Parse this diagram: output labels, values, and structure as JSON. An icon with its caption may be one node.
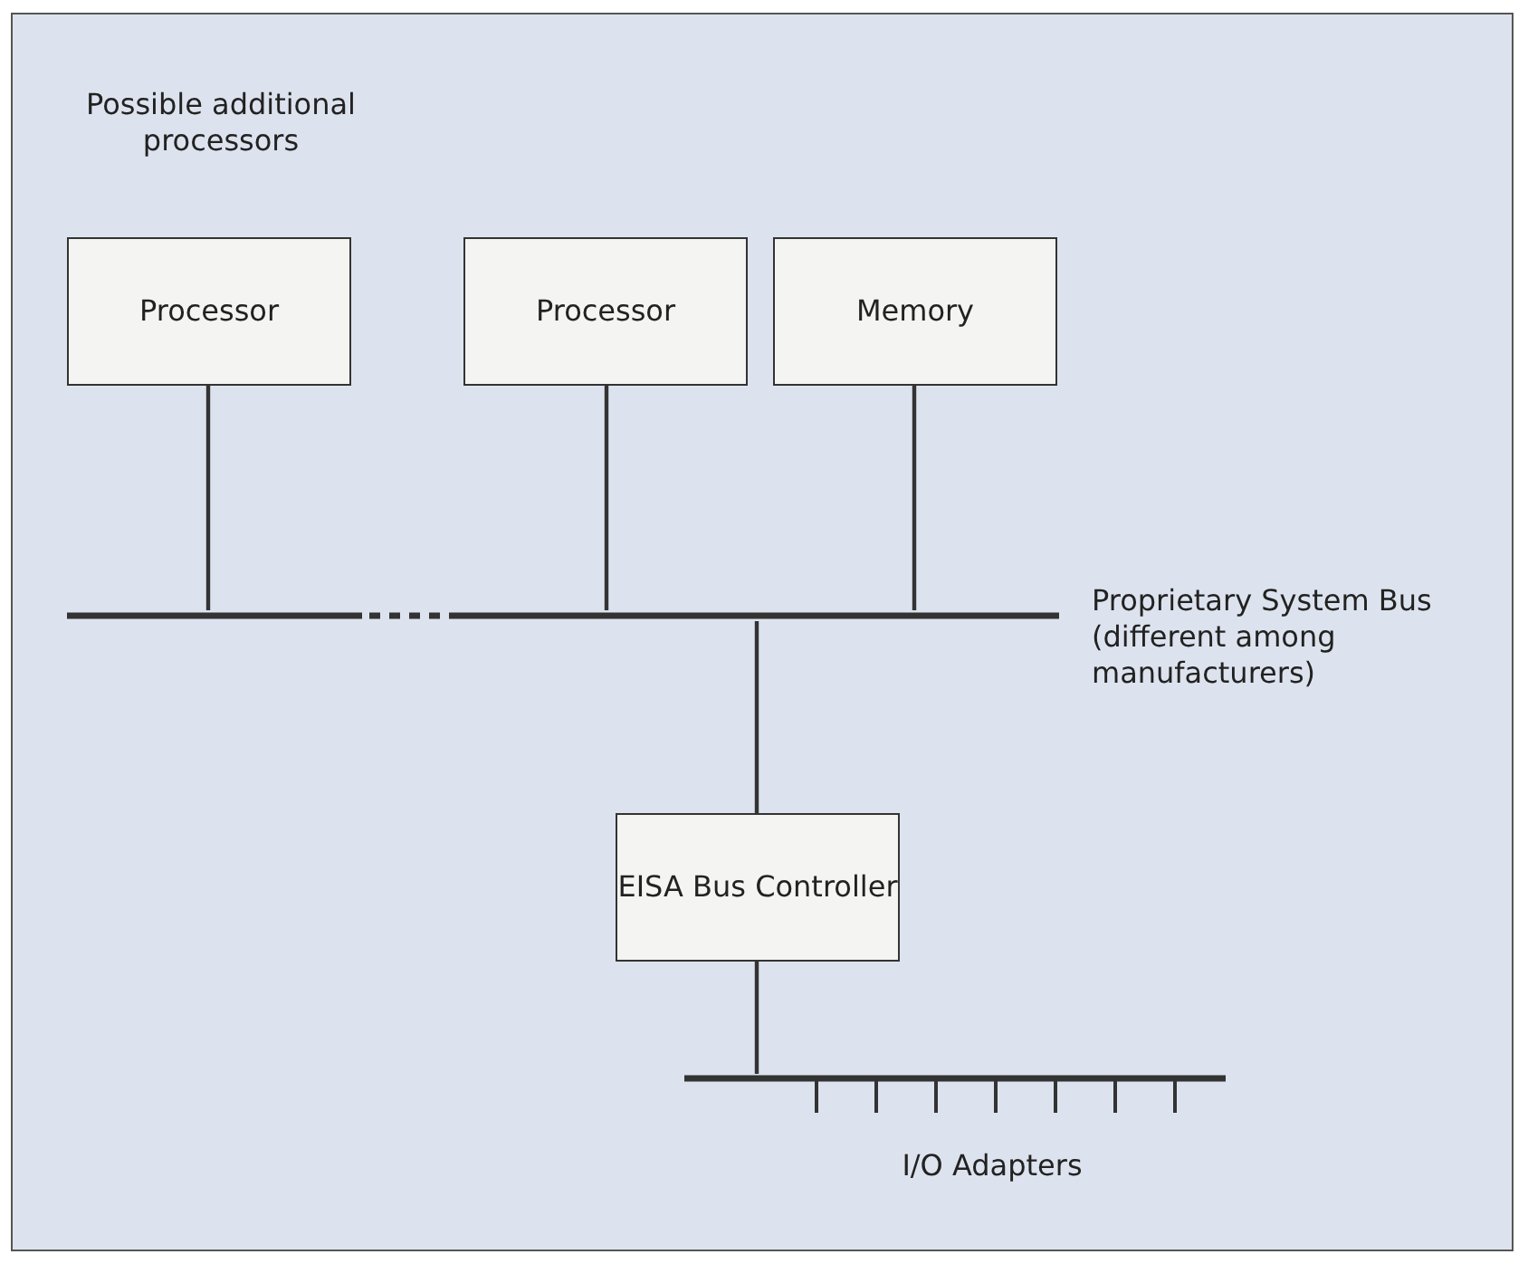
{
  "diagram": {
    "nodes": [
      {
        "text": [
          "Processor"
        ],
        "beside": [
          "Possible additional processors"
        ]
      },
      {
        "text": [
          "Processor"
        ]
      },
      {
        "text": [
          "Memory"
        ]
      },
      {
        "text": [],
        "shape": "bar",
        "beside": [
          "Proprietary System Bus (different among manufacturers)"
        ]
      },
      {
        "text": [
          "EISA Bus Controller"
        ]
      },
      {
        "text": [],
        "shape": "bar",
        "beside": [
          "I/O Adapters"
        ]
      }
    ],
    "edges": [
      {
        "from": 0,
        "to": 3,
        "arrow": "none"
      },
      {
        "from": 1,
        "to": 3,
        "arrow": "none"
      },
      {
        "from": 2,
        "to": 3,
        "arrow": "none"
      },
      {
        "from": 3,
        "to": 4,
        "arrow": "none"
      },
      {
        "from": 4,
        "to": 5,
        "arrow": "none"
      }
    ]
  }
}
